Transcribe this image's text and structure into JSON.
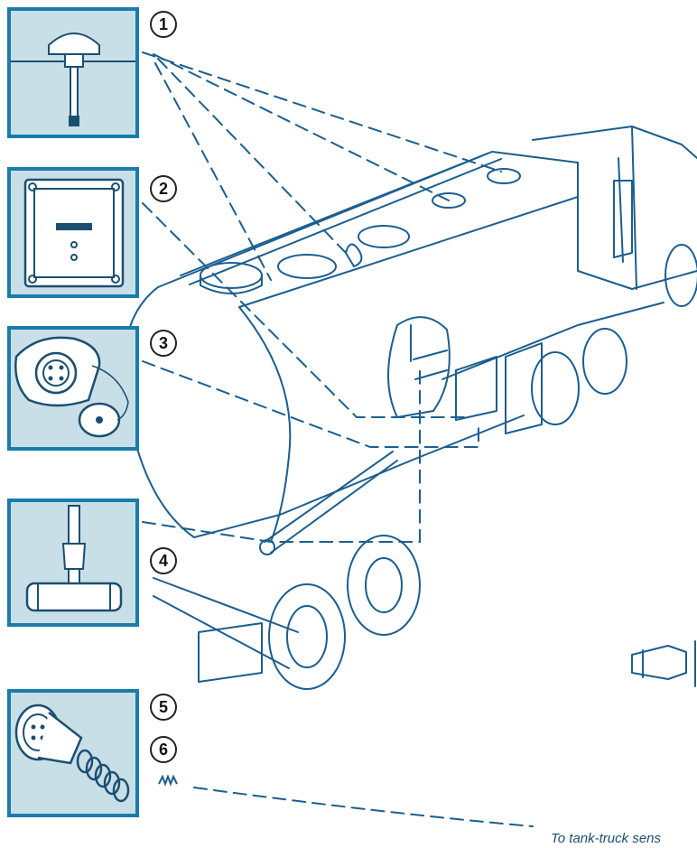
{
  "callouts": [
    {
      "number": "1",
      "icon": "antenna-dome-sensor-icon"
    },
    {
      "number": "2",
      "icon": "control-unit-box-icon"
    },
    {
      "number": "3",
      "icon": "connector-socket-with-cap-icon"
    },
    {
      "number": "4",
      "icon": "overfill-probe-sensor-icon"
    },
    {
      "number": "5",
      "icon": "plug-cable-icon"
    },
    {
      "number": "6",
      "icon": "coiled-cable-icon"
    }
  ],
  "caption": "To tank-truck sens",
  "colors": {
    "panel_bg": "#c9dfe7",
    "panel_border": "#1a7cab",
    "line": "#1b5e8f"
  }
}
